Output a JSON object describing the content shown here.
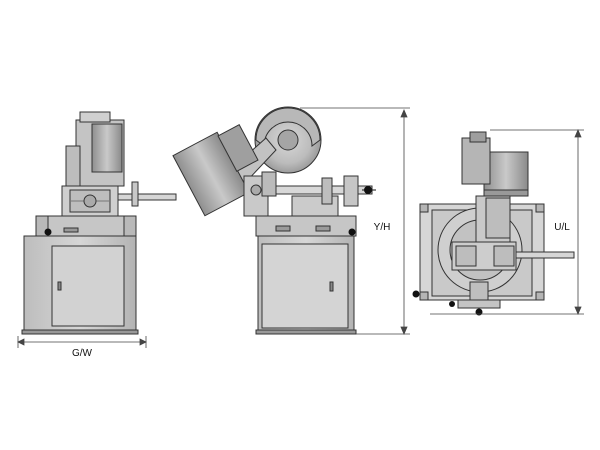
{
  "dimensions": {
    "width_label": "G/W",
    "height_label": "Y/H",
    "length_label": "U/L"
  },
  "colors": {
    "body": "#cfcfcf",
    "body_dark": "#a9a9a9",
    "panel": "#dcdcdc",
    "line": "#333333",
    "dim_line": "#444444",
    "knob": "#111111"
  },
  "views": [
    {
      "name": "front-view"
    },
    {
      "name": "side-view"
    },
    {
      "name": "top-view"
    }
  ]
}
